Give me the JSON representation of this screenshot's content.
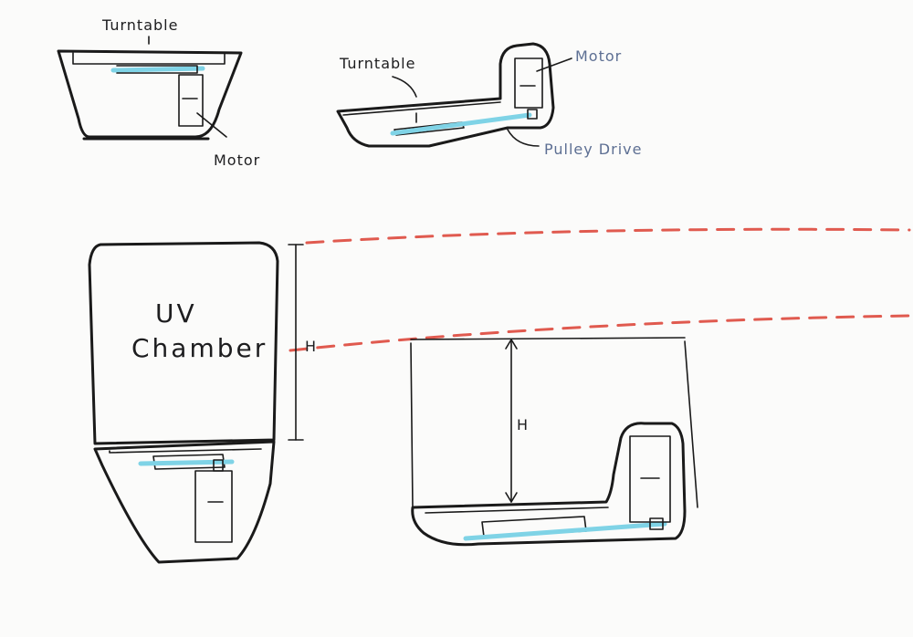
{
  "labels": {
    "turntable_top_left": "Turntable",
    "motor_top_left": "Motor",
    "turntable_top_right": "Turntable",
    "motor_top_right": "Motor",
    "pulley_drive": "Pulley Drive",
    "uv_line1": "UV",
    "uv_line2": "Chamber",
    "height_left": "H",
    "height_right": "H"
  },
  "colors": {
    "ink": "#1a1a1a",
    "belt": "#7fd3e6",
    "dashed_guide": "#e05a4f",
    "blue_label": "#5d6f93"
  }
}
